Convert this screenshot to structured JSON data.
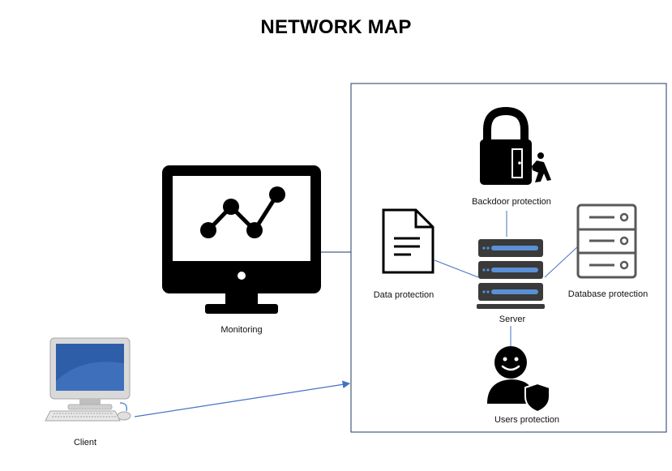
{
  "title": "NETWORK MAP",
  "colors": {
    "connector": "#4472c4",
    "icon_dark": "#000000",
    "server_accent": "#5b8fd6",
    "database_gray": "#595959",
    "client_screen": "#2e5ea8"
  },
  "nodes": {
    "monitoring": {
      "label": "Monitoring",
      "icon": "monitor-chart-icon"
    },
    "client": {
      "label": "Client",
      "icon": "desktop-computer-icon"
    },
    "backdoor": {
      "label": "Backdoor protection",
      "icon": "padlock-intruder-icon"
    },
    "data": {
      "label": "Data protection",
      "icon": "document-icon"
    },
    "server": {
      "label": "Server",
      "icon": "server-rack-icon"
    },
    "database": {
      "label": "Database protection",
      "icon": "database-server-icon"
    },
    "users": {
      "label": "Users protection",
      "icon": "user-shield-icon"
    }
  }
}
